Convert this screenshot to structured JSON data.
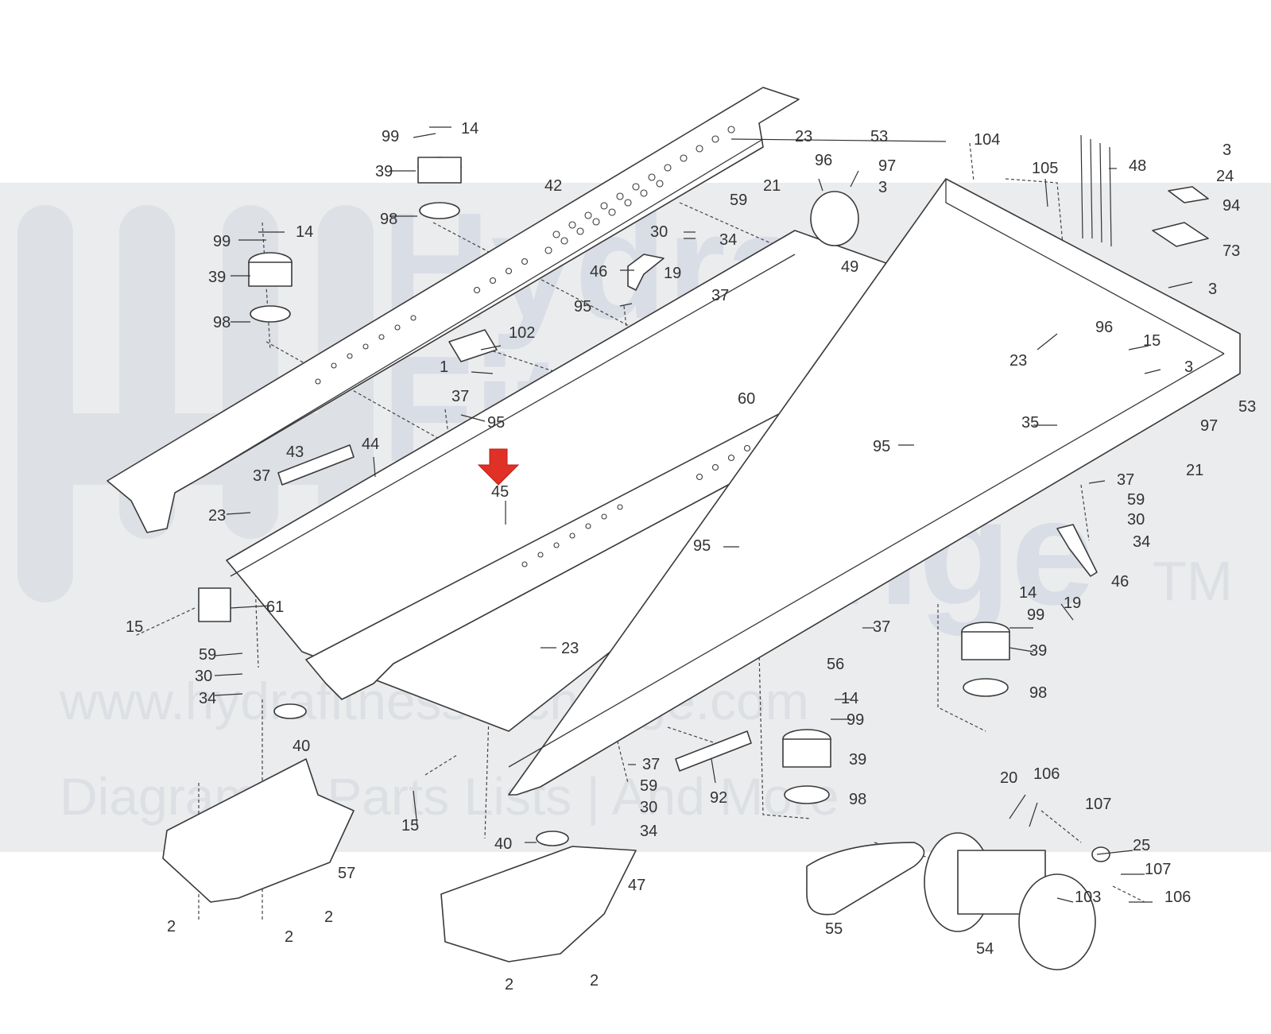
{
  "watermark": {
    "line1": "Hydra",
    "line2": "Fitness",
    "line3": "Exchange",
    "trademark": "TM",
    "url": "www.hydrafitnessexchange.com",
    "tagline": "Diagrams | Parts Lists | And More"
  },
  "highlight": {
    "target_part": "45",
    "color": "#e03127"
  },
  "callouts": [
    {
      "id": "c14a",
      "text": "14"
    },
    {
      "id": "c99a",
      "text": "99"
    },
    {
      "id": "c39a",
      "text": "39"
    },
    {
      "id": "c98a",
      "text": "98"
    },
    {
      "id": "c14b",
      "text": "14"
    },
    {
      "id": "c99b",
      "text": "99"
    },
    {
      "id": "c39b",
      "text": "39"
    },
    {
      "id": "c98b",
      "text": "98"
    },
    {
      "id": "c42",
      "text": "42"
    },
    {
      "id": "c102",
      "text": "102"
    },
    {
      "id": "c1",
      "text": "1"
    },
    {
      "id": "c37a",
      "text": "37"
    },
    {
      "id": "c95a",
      "text": "95"
    },
    {
      "id": "c43",
      "text": "43"
    },
    {
      "id": "c44",
      "text": "44"
    },
    {
      "id": "c37b",
      "text": "37"
    },
    {
      "id": "c23a",
      "text": "23"
    },
    {
      "id": "c45",
      "text": "45"
    },
    {
      "id": "c61",
      "text": "61"
    },
    {
      "id": "c15a",
      "text": "15"
    },
    {
      "id": "c59a",
      "text": "59"
    },
    {
      "id": "c30a",
      "text": "30"
    },
    {
      "id": "c34a",
      "text": "34"
    },
    {
      "id": "c40a",
      "text": "40"
    },
    {
      "id": "c57",
      "text": "57"
    },
    {
      "id": "c2a",
      "text": "2"
    },
    {
      "id": "c2b",
      "text": "2"
    },
    {
      "id": "c2c",
      "text": "2"
    },
    {
      "id": "c23b",
      "text": "23"
    },
    {
      "id": "c96a",
      "text": "96"
    },
    {
      "id": "c53a",
      "text": "53"
    },
    {
      "id": "c97a",
      "text": "97"
    },
    {
      "id": "c3a",
      "text": "3"
    },
    {
      "id": "c21a",
      "text": "21"
    },
    {
      "id": "c59b",
      "text": "59"
    },
    {
      "id": "c30b",
      "text": "30"
    },
    {
      "id": "c34b",
      "text": "34"
    },
    {
      "id": "c46a",
      "text": "46"
    },
    {
      "id": "c19a",
      "text": "19"
    },
    {
      "id": "c37c",
      "text": "37"
    },
    {
      "id": "c49",
      "text": "49"
    },
    {
      "id": "c95b",
      "text": "95"
    },
    {
      "id": "c104",
      "text": "104"
    },
    {
      "id": "c105",
      "text": "105"
    },
    {
      "id": "c48",
      "text": "48"
    },
    {
      "id": "c3b",
      "text": "3"
    },
    {
      "id": "c24",
      "text": "24"
    },
    {
      "id": "c94",
      "text": "94"
    },
    {
      "id": "c73",
      "text": "73"
    },
    {
      "id": "c3c",
      "text": "3"
    },
    {
      "id": "c96b",
      "text": "96"
    },
    {
      "id": "c15b",
      "text": "15"
    },
    {
      "id": "c23c",
      "text": "23"
    },
    {
      "id": "c3d",
      "text": "3"
    },
    {
      "id": "c53b",
      "text": "53"
    },
    {
      "id": "c97b",
      "text": "97"
    },
    {
      "id": "c21b",
      "text": "21"
    },
    {
      "id": "c60",
      "text": "60"
    },
    {
      "id": "c35",
      "text": "35"
    },
    {
      "id": "c95c",
      "text": "95"
    },
    {
      "id": "c37d",
      "text": "37"
    },
    {
      "id": "c59c",
      "text": "59"
    },
    {
      "id": "c30c",
      "text": "30"
    },
    {
      "id": "c34c",
      "text": "34"
    },
    {
      "id": "c46b",
      "text": "46"
    },
    {
      "id": "c19b",
      "text": "19"
    },
    {
      "id": "c14c",
      "text": "14"
    },
    {
      "id": "c99c",
      "text": "99"
    },
    {
      "id": "c39c",
      "text": "39"
    },
    {
      "id": "c98c",
      "text": "98"
    },
    {
      "id": "c95d",
      "text": "95"
    },
    {
      "id": "c37e",
      "text": "37"
    },
    {
      "id": "c56",
      "text": "56"
    },
    {
      "id": "c23d",
      "text": "23"
    },
    {
      "id": "c14d",
      "text": "14"
    },
    {
      "id": "c99d",
      "text": "99"
    },
    {
      "id": "c39d",
      "text": "39"
    },
    {
      "id": "c98d",
      "text": "98"
    },
    {
      "id": "c37f",
      "text": "37"
    },
    {
      "id": "c59d",
      "text": "59"
    },
    {
      "id": "c30d",
      "text": "30"
    },
    {
      "id": "c34d",
      "text": "34"
    },
    {
      "id": "c92",
      "text": "92"
    },
    {
      "id": "c15c",
      "text": "15"
    },
    {
      "id": "c40b",
      "text": "40"
    },
    {
      "id": "c47",
      "text": "47"
    },
    {
      "id": "c2d",
      "text": "2"
    },
    {
      "id": "c2e",
      "text": "2"
    },
    {
      "id": "c20",
      "text": "20"
    },
    {
      "id": "c106a",
      "text": "106"
    },
    {
      "id": "c107a",
      "text": "107"
    },
    {
      "id": "c25",
      "text": "25"
    },
    {
      "id": "c107b",
      "text": "107"
    },
    {
      "id": "c103",
      "text": "103"
    },
    {
      "id": "c106b",
      "text": "106"
    },
    {
      "id": "c55",
      "text": "55"
    },
    {
      "id": "c54",
      "text": "54"
    }
  ]
}
